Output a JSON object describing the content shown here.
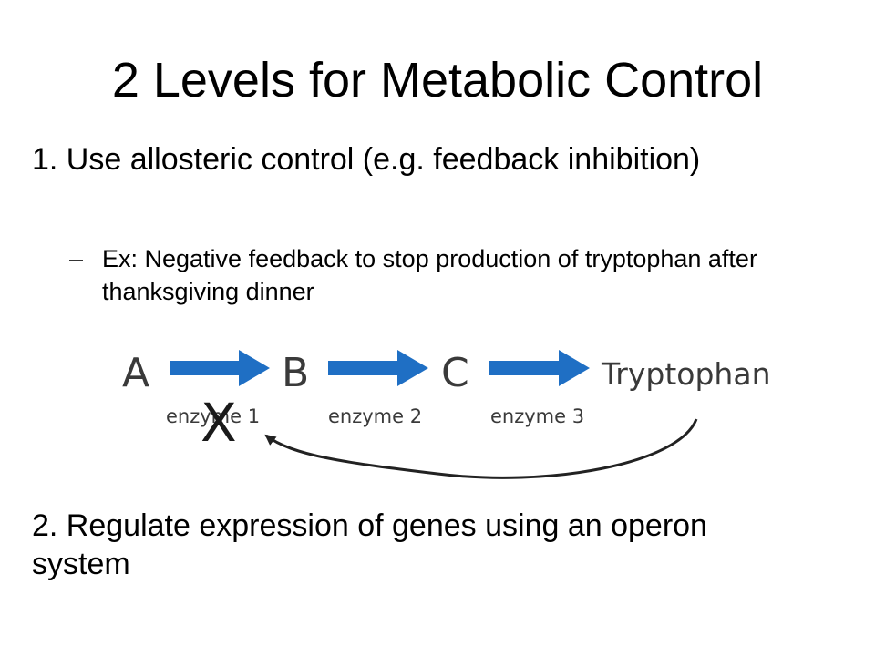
{
  "slide": {
    "title": "2 Levels for Metabolic Control",
    "point1": "1. Use allosteric control (e.g. feedback inhibition)",
    "point1_sub_marker": "–",
    "point1_sub": "Ex: Negative feedback to stop production of tryptophan after thanksgiving dinner",
    "point2": "2. Regulate expression of genes using an operon system"
  },
  "pathway": {
    "molecules": [
      "A",
      "B",
      "C",
      "Tryptophan"
    ],
    "enzymes": [
      "enzyme 1",
      "enzyme 2",
      "enzyme 3"
    ],
    "inhibition_mark": "X",
    "arrow_color": "#1f6fc4",
    "text_color": "#3a3a3a"
  }
}
